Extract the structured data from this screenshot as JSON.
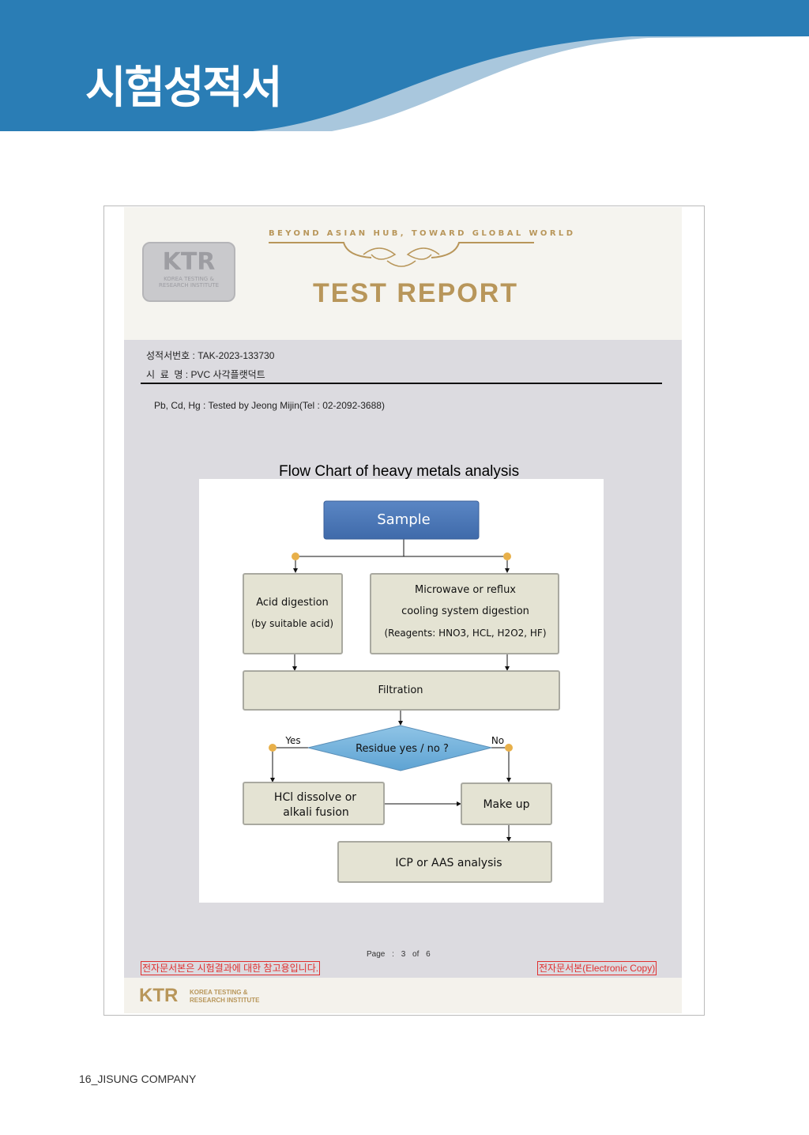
{
  "header": {
    "title": "시험성적서"
  },
  "report": {
    "logo_text": "KTR",
    "logo_sub1": "KOREA TESTING &",
    "logo_sub2": "RESEARCH INSTITUTE",
    "slogan": "BEYOND ASIAN HUB, TOWARD GLOBAL WORLD",
    "title": "TEST REPORT",
    "report_no": "성적서번호 : TAK-2023-133730",
    "sample_name": "시  료  명 : PVC 사각플랫덕트",
    "tester": "Pb, Cd, Hg : Tested by Jeong Mijin(Tel : 02-2092-3688)",
    "flow_title": "Flow Chart of heavy metals analysis",
    "page_label": "Page : 3 of 6",
    "notice_left": "전자문서본은 시험결과에 대한 참고용입니다.",
    "notice_right": "전자문서본(Electronic Copy)",
    "footer_logo": "KTR",
    "footer_sub1": "KOREA TESTING &",
    "footer_sub2": "RESEARCH INSTITUTE"
  },
  "flow": {
    "sample": "Sample",
    "acid1": "Acid digestion",
    "acid2": "(by suitable acid)",
    "mw1": "Microwave or reflux",
    "mw2": "cooling system digestion",
    "mw3": "(Reagents: HNO3, HCL, H2O2, HF)",
    "filtration": "Filtration",
    "residue": "Residue yes / no ?",
    "yes": "Yes",
    "no": "No",
    "hcl1": "HCl dissolve or",
    "hcl2": "alkali fusion",
    "makeup": "Make up",
    "icp": "ICP or AAS analysis"
  },
  "footer": {
    "company": "16_JISUNG COMPANY"
  }
}
